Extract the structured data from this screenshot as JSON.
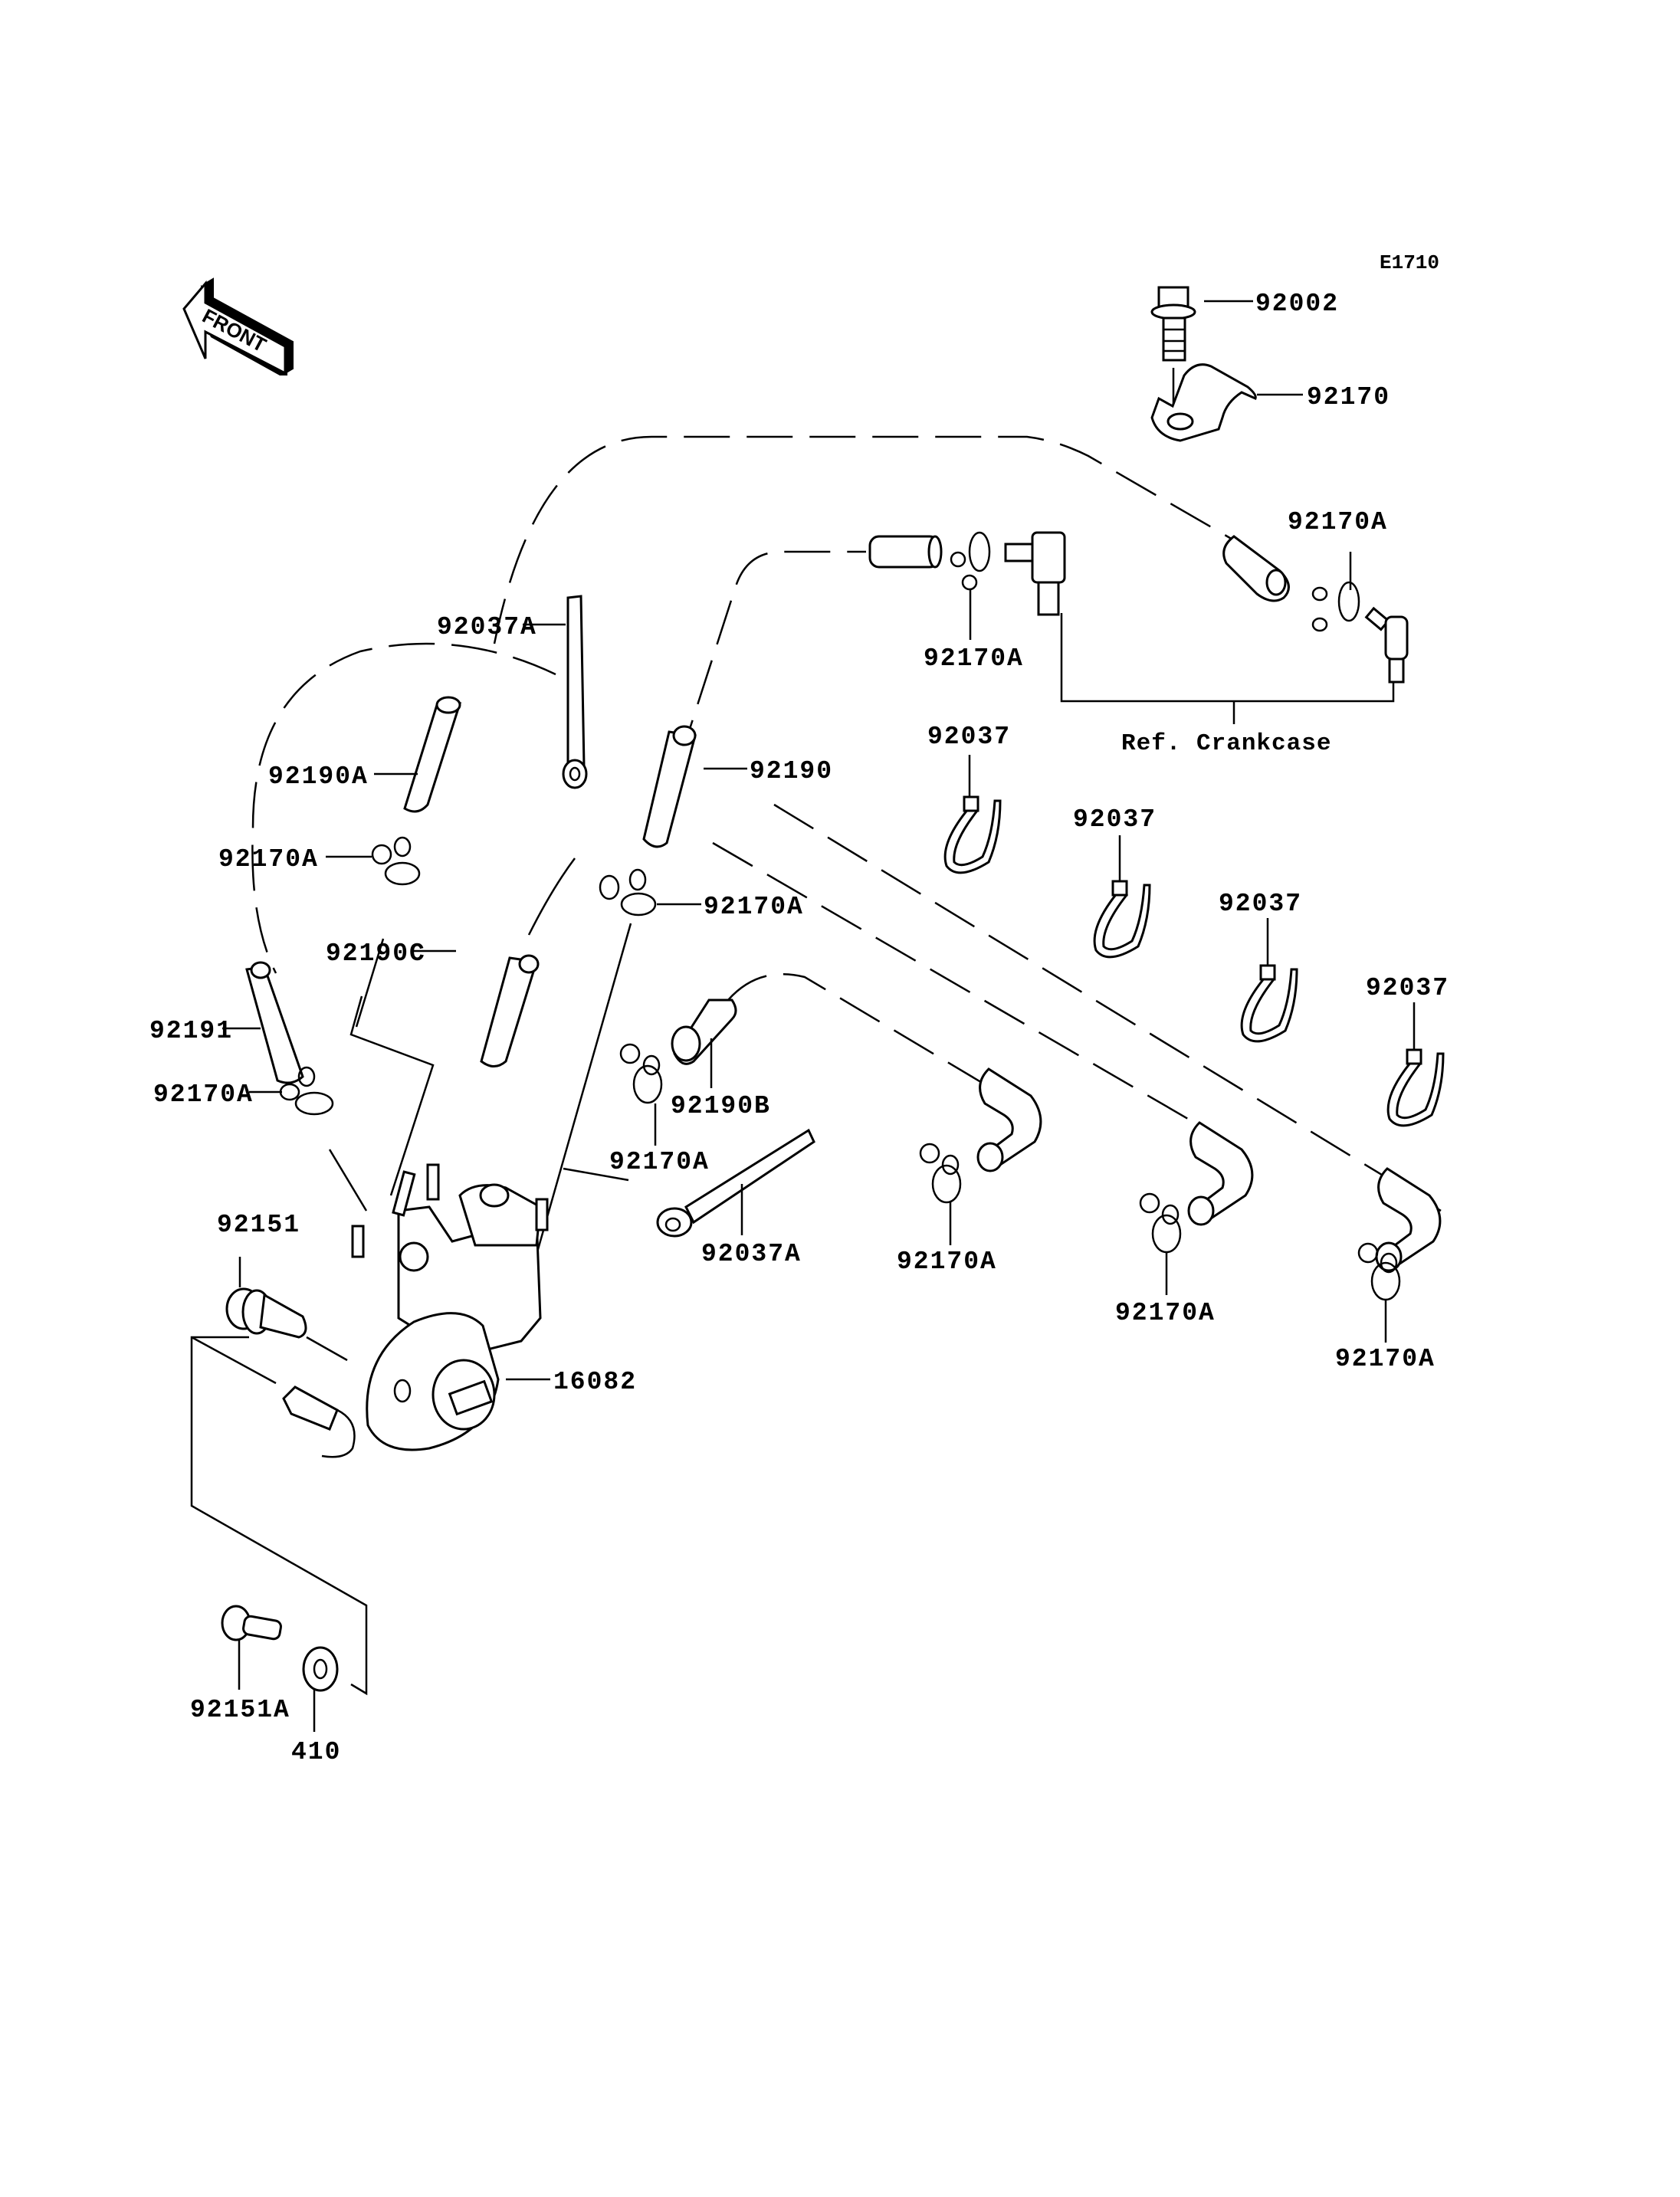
{
  "diagram": {
    "code": "E1710",
    "orientation_label": "FRONT",
    "reference_note": "Ref. Crankcase",
    "labels": {
      "bolt_top": "92002",
      "clamp_top": "92170",
      "clip_top_right": "92170A",
      "clip_top_center": "92170A",
      "band_a_top": "92037A",
      "hose_92190A": "92190A",
      "hose_92190": "92190",
      "clip_left_upper": "92170A",
      "clip_center": "92170A",
      "hose_92190C": "92190C",
      "hose_92191": "92191",
      "clip_left_lower": "92170A",
      "hose_92190B": "92190B",
      "clip_mid": "92170A",
      "bolt_92151": "92151",
      "band_a_lower": "92037A",
      "clip_bottom_1": "92170A",
      "clip_bottom_2": "92170A",
      "clip_bottom_3": "92170A",
      "pump": "16082",
      "band_1": "92037",
      "band_2": "92037",
      "band_3": "92037",
      "band_4": "92037",
      "screw_92151A": "92151A",
      "washer": "410"
    }
  }
}
